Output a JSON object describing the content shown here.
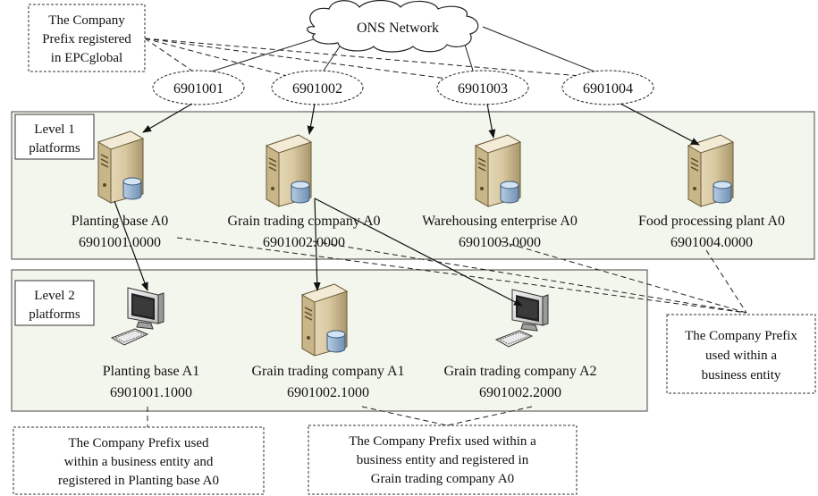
{
  "ons": {
    "label": "ONS Network"
  },
  "notes": {
    "epc": [
      "The Company",
      "Prefix registered",
      "in EPCglobal"
    ],
    "within": [
      "The Company Prefix",
      "used within a",
      "business entity"
    ],
    "planting": [
      "The Company Prefix used",
      "within a business entity and",
      "registered in Planting base A0"
    ],
    "grain": [
      "The Company Prefix used within a",
      "business entity and registered in",
      "Grain trading company A0"
    ]
  },
  "levels": {
    "level1": [
      "Level 1",
      "platforms"
    ],
    "level2": [
      "Level 2",
      "platforms"
    ]
  },
  "prefixes": [
    "6901001",
    "6901002",
    "6901003",
    "6901004"
  ],
  "level1_nodes": [
    {
      "name": "Planting base A0",
      "code": "6901001.0000"
    },
    {
      "name": "Grain trading company A0",
      "code": "6901002.0000"
    },
    {
      "name": "Warehousing enterprise A0",
      "code": "6901003.0000"
    },
    {
      "name": "Food processing plant A0",
      "code": "6901004.0000"
    }
  ],
  "level2_nodes": [
    {
      "name": "Planting base A1",
      "code": "6901001.1000"
    },
    {
      "name": "Grain trading company A1",
      "code": "6901002.1000"
    },
    {
      "name": "Grain trading company A2",
      "code": "6901002.2000"
    }
  ]
}
